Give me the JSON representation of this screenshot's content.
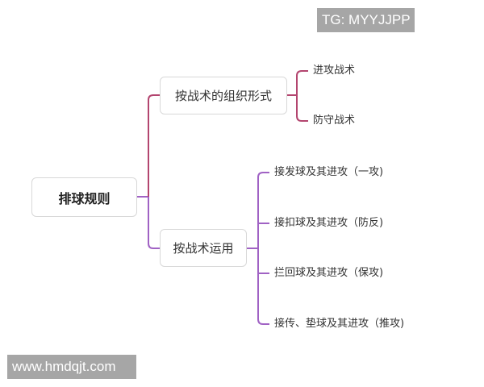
{
  "watermarks": {
    "top_right": "TG: MYYJJPP",
    "bottom_left": "www.hmdqjt.com"
  },
  "colors": {
    "branch_1_line": "#b3456f",
    "branch_2_line": "#a062c4",
    "node_border": "#d8d8d8",
    "watermark_bg": "#a6a6a6"
  },
  "mindmap": {
    "root": {
      "label": "排球规则"
    },
    "branches": [
      {
        "label": "按战术的组织形式",
        "children": [
          {
            "label": "进攻战术"
          },
          {
            "label": "防守战术"
          }
        ]
      },
      {
        "label": "按战术运用",
        "children": [
          {
            "label": "接发球及其进攻（一攻)"
          },
          {
            "label": "接扣球及其进攻（防反)"
          },
          {
            "label": "拦回球及其进攻（保攻)"
          },
          {
            "label": "接传、垫球及其进攻（推攻)"
          }
        ]
      }
    ]
  }
}
